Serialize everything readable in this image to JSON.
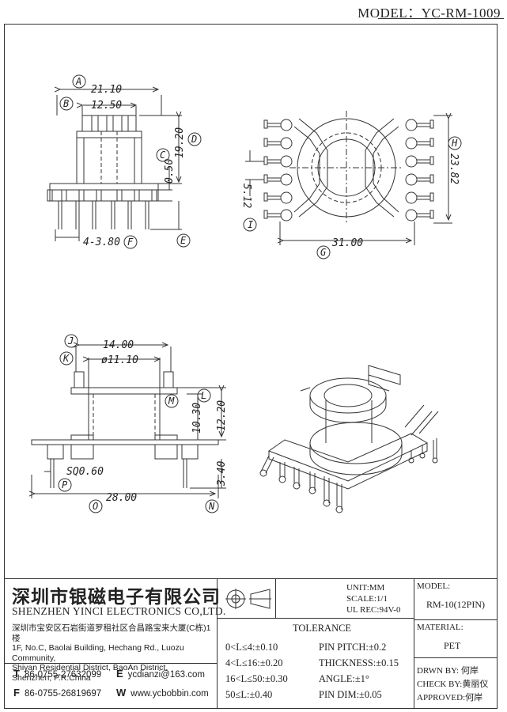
{
  "header": {
    "model": "MODEL：YC-RM-1009"
  },
  "drawing": {
    "views": {
      "front": {
        "labels": [
          "A",
          "B",
          "C",
          "D",
          "E",
          "F"
        ],
        "dims": {
          "a": "21.10",
          "b": "12.50",
          "c": "0.50",
          "d": "19.20",
          "f": "4-3.80"
        }
      },
      "top": {
        "labels": [
          "G",
          "H",
          "I"
        ],
        "dims": {
          "g": "31.00",
          "h": "23.82",
          "i": "5.12"
        }
      },
      "side": {
        "labels": [
          "J",
          "K",
          "L",
          "M",
          "N",
          "O",
          "P"
        ],
        "dims": {
          "j": "14.00",
          "k": "ø11.10",
          "l": "12.20",
          "m": "10.30",
          "n": "3.40",
          "o": "28.00",
          "p": "SQ0.60"
        }
      }
    }
  },
  "title_block": {
    "company_cn": "深圳市银磁电子有限公司",
    "company_en": "SHENZHEN YINCI ELECTRONICS CO,LTD.",
    "address": [
      "深圳市宝安区石岩街道罗租社区合昌路宝来大厦(C栋)1楼",
      "1F, No.C, Baolai Building, Hechang Rd., Luozu Community,",
      "Shiyan Residential District, BaoAn District,",
      "Shenzhen, P.R.China"
    ],
    "contacts": {
      "t_label": "T",
      "t_value": "86-0755-27632099",
      "f_label": "F",
      "f_value": "86-0755-26819697",
      "e_label": "E",
      "e_value": "ycdianzi@163.com",
      "w_label": "W",
      "w_value": "www.ycbobbin.com"
    },
    "unit": "UNIT:MM",
    "scale": "SCALE:1/1",
    "ul_rec": "UL REC:94V-0",
    "model_label": "MODEL:",
    "model_value": "RM-10(12PIN)",
    "material_label": "MATERIAL:",
    "material_value": "PET",
    "tolerance_title": "TOLERANCE",
    "tolerance_rows": [
      "0<L≤4:±0.10",
      "4<L≤16:±0.20",
      "16<L≤50:±0.30",
      "50≤L:±0.40"
    ],
    "tolerance_right": [
      "PIN PITCH:±0.2",
      "THICKNESS:±0.15",
      "ANGLE:±1°",
      "PIN DIM:±0.05"
    ],
    "drawn_by": "DRWN BY: 何岸",
    "check_by": "CHECK BY:黄丽仪",
    "approved": "APPROVED:何岸"
  }
}
